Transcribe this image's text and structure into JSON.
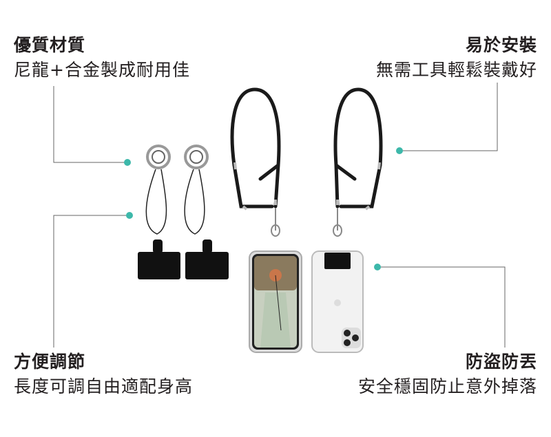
{
  "features": {
    "material": {
      "title": "優質材質",
      "desc": "尼龍+合金製成耐用佳"
    },
    "install": {
      "title": "易於安裝",
      "desc": "無需工具輕鬆裝戴好"
    },
    "adjust": {
      "title": "方便調節",
      "desc": "長度可調自由適配身高"
    },
    "antitheft": {
      "title": "防盜防丟",
      "desc": "安全穩固防止意外掉落"
    }
  },
  "colors": {
    "accent": "#3db8aa",
    "text": "#231f20",
    "line": "#555555"
  }
}
